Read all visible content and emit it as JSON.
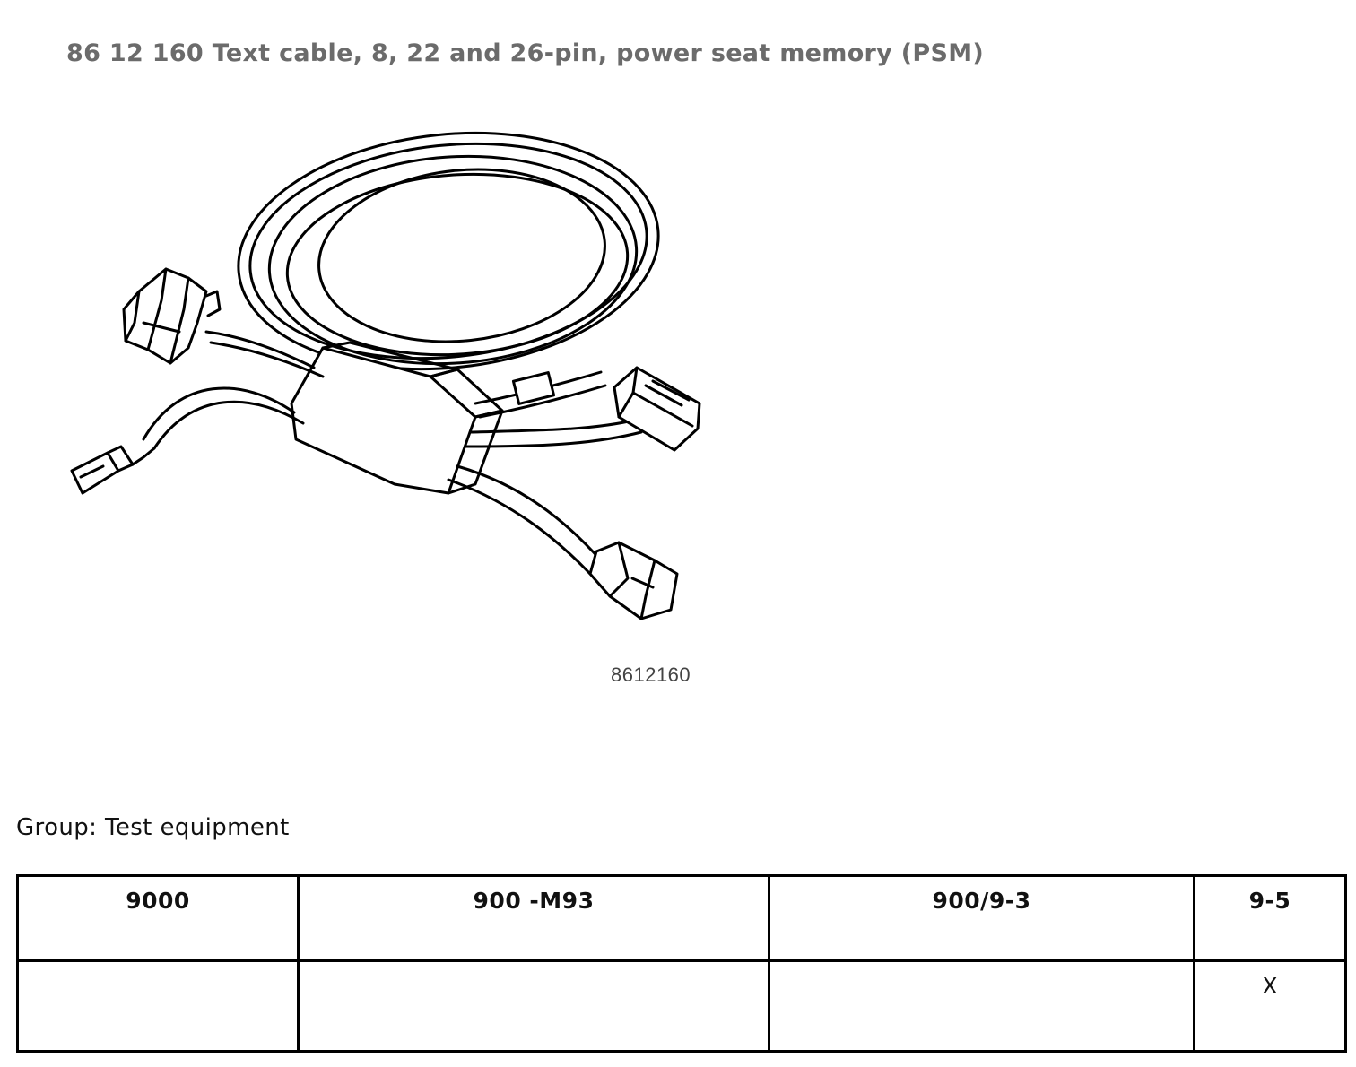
{
  "document": {
    "title": "86 12 160 Text cable, 8, 22 and 26-pin, power seat memory (PSM)",
    "figure_number": "8612160",
    "group_label": "Group: Test equipment"
  },
  "table": {
    "headers": [
      "9000",
      "900 -M93",
      "900/9-3",
      "9-5"
    ],
    "row": [
      "",
      "",
      "",
      "X"
    ]
  }
}
